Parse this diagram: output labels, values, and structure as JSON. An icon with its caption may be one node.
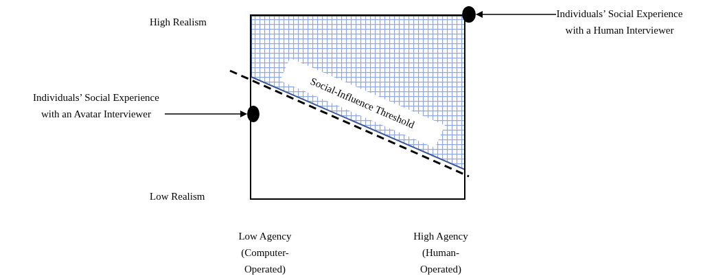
{
  "diagram": {
    "nodes": [
      {
        "text": [
          "Individuals’ Social Experience with a Human Interviewer"
        ]
      },
      {
        "text": [],
        "shape": "circle"
      },
      {
        "text": [
          "Individuals’ Social Experience with an Avatar Interviewer"
        ]
      },
      {
        "text": [],
        "shape": "circle"
      }
    ],
    "edges": [
      {
        "from": 0,
        "to": 1,
        "arrow": "to"
      },
      {
        "from": 2,
        "to": 3,
        "arrow": "to"
      }
    ],
    "labels": [
      "High Realism",
      "Social-Influence Threshold",
      "Low Realism",
      "Low Agency (Computer-Operated)",
      "High Agency (Human-Operated)"
    ]
  }
}
